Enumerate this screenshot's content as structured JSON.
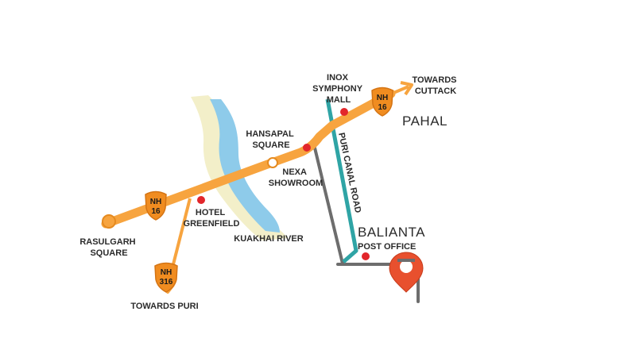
{
  "labels": {
    "rasulgarh": [
      "RASULGARH",
      "SQUARE"
    ],
    "hotel": [
      "HOTEL",
      "GREENFIELD"
    ],
    "hansapal": [
      "HANSAPAL",
      "SQUARE"
    ],
    "nexa": [
      "NEXA",
      "SHOWROOM"
    ],
    "inox": [
      "INOX",
      "SYMPHONY",
      "MALL"
    ],
    "towards_cuttack": [
      "TOWARDS",
      "CUTTACK"
    ],
    "towards_puri": "TOWARDS PURI",
    "kuakhai_river": "KUAKHAI RIVER",
    "puri_canal_road": "PURI CANAL ROAD",
    "pahal": "PAHAL",
    "balianta": "BALIANTA",
    "post_office": "POST OFFICE"
  },
  "shields": {
    "nh16_west": [
      "NH",
      "16"
    ],
    "nh16_east": [
      "NH",
      "16"
    ],
    "nh316": [
      "NH",
      "316"
    ]
  },
  "colors": {
    "highway": "#f7a43f",
    "shield": "#f08c20",
    "canal_road": "#2fa4a5",
    "local_road": "#6d6d6d",
    "river": "#8ecbea",
    "river_bank": "#f3efc9",
    "poi": "#e2262b",
    "marker": "#e8502e"
  },
  "icons": {
    "location_marker": "map-pin-icon",
    "poi_dot": "red-dot-icon"
  }
}
